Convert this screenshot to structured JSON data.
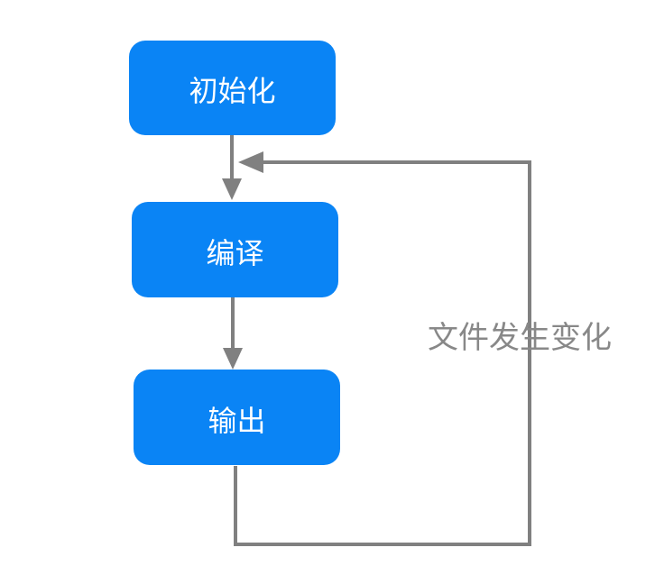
{
  "nodes": {
    "init": {
      "label": "初始化"
    },
    "compile": {
      "label": "编译"
    },
    "output": {
      "label": "输出"
    }
  },
  "edges": {
    "loop_label": "文件发生变化"
  },
  "colors": {
    "node_fill": "#0a84f5",
    "node_text": "#ffffff",
    "edge": "#808080",
    "edge_label": "#888888"
  }
}
